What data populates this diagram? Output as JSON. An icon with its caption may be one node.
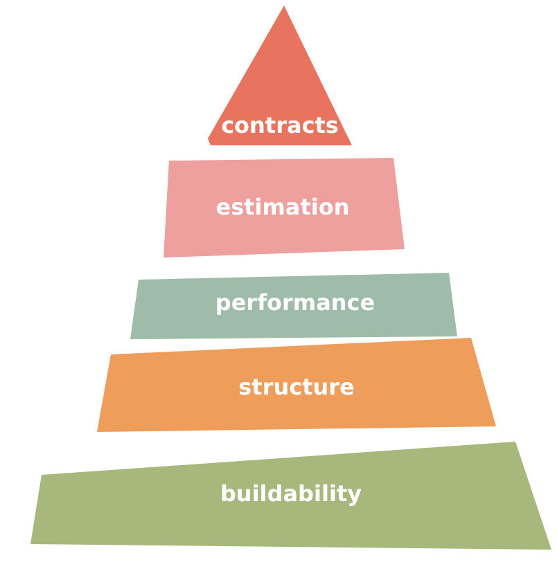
{
  "diagram": {
    "nodes": [
      {
        "text": [
          "contracts"
        ]
      },
      {
        "text": [
          "estimation"
        ]
      },
      {
        "text": [
          "performance"
        ]
      },
      {
        "text": [
          "structure"
        ]
      },
      {
        "text": [
          "buildability"
        ]
      }
    ]
  }
}
